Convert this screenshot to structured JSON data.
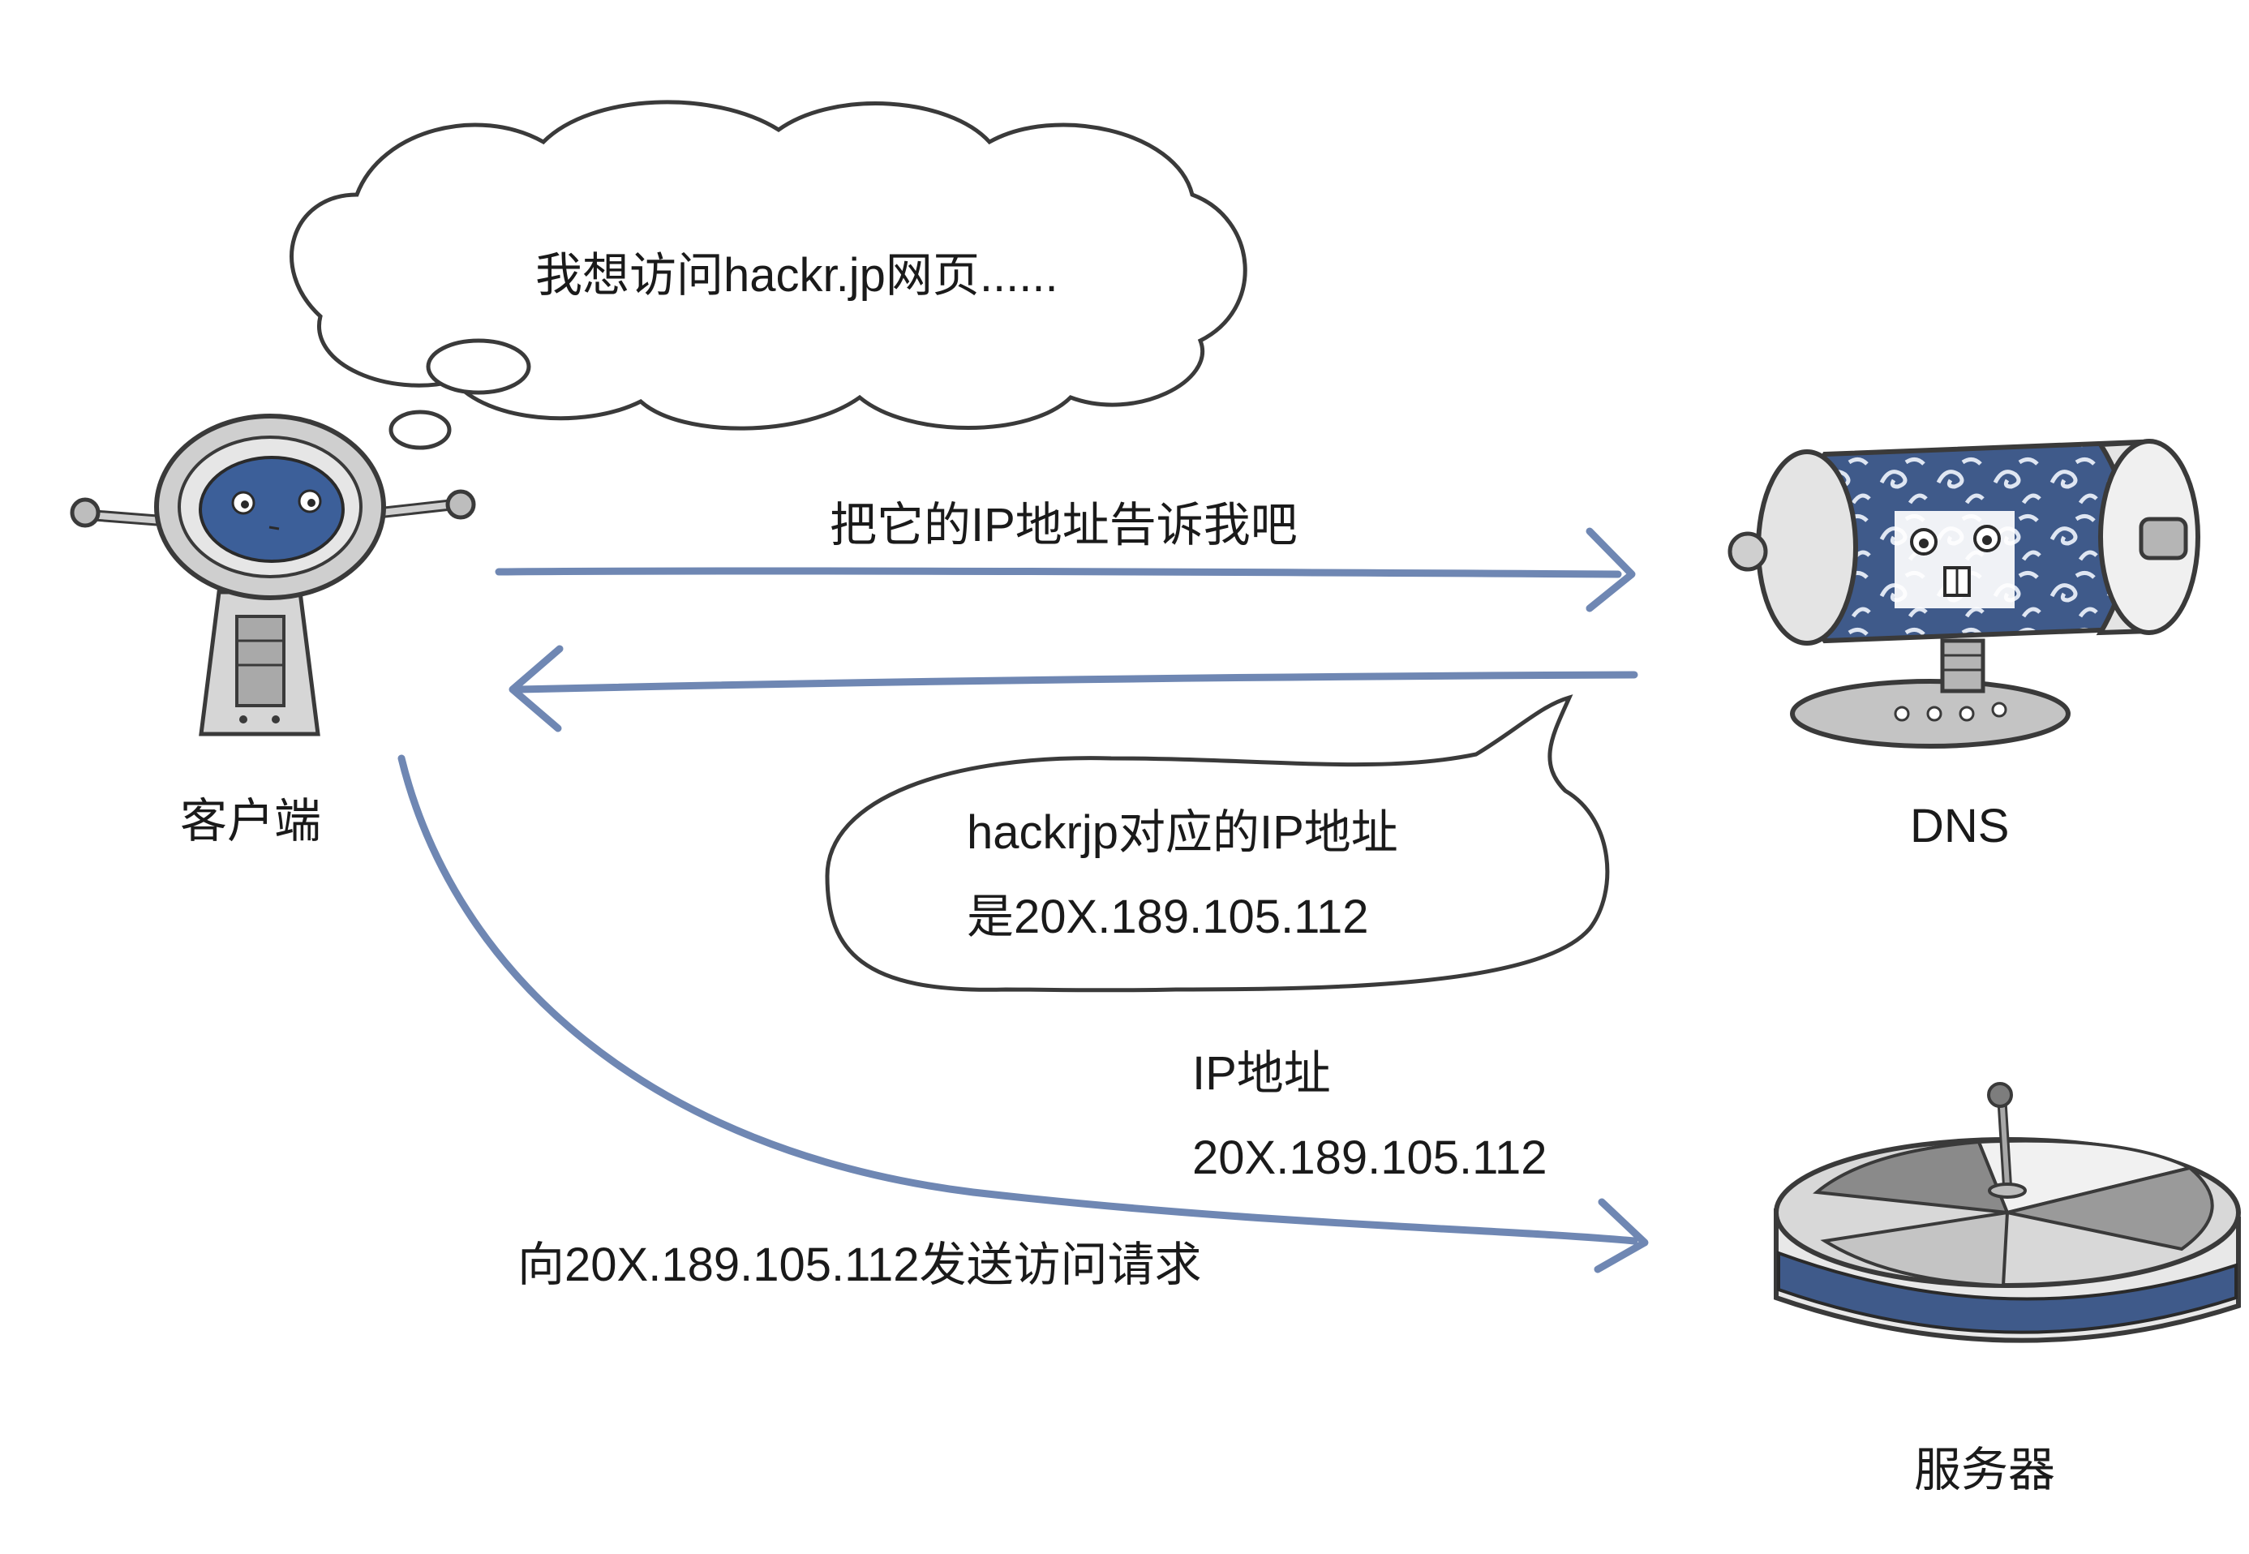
{
  "colors": {
    "arrow": "#6f87b3",
    "outline": "#3a3a3a",
    "robot_face": "#3c5f99",
    "dns_pattern": "#3f5a8a",
    "server_top": "#9a9a9a"
  },
  "thought": {
    "text": "我想访问hackr.jp网页......"
  },
  "request": {
    "label": "把它的IP地址告诉我吧"
  },
  "response": {
    "line1": "hackrjp对应的IP地址",
    "line2": "是20X.189.105.112"
  },
  "ip_note": {
    "line1": "IP地址",
    "line2": "20X.189.105.112"
  },
  "access": {
    "label": "向20X.189.105.112发送访问请求"
  },
  "nodes": {
    "client": "客户端",
    "dns": "DNS",
    "server": "服务器"
  },
  "icons": {
    "client": "robot-icon",
    "dns": "dns-cylinder-icon",
    "server": "server-disk-icon"
  }
}
